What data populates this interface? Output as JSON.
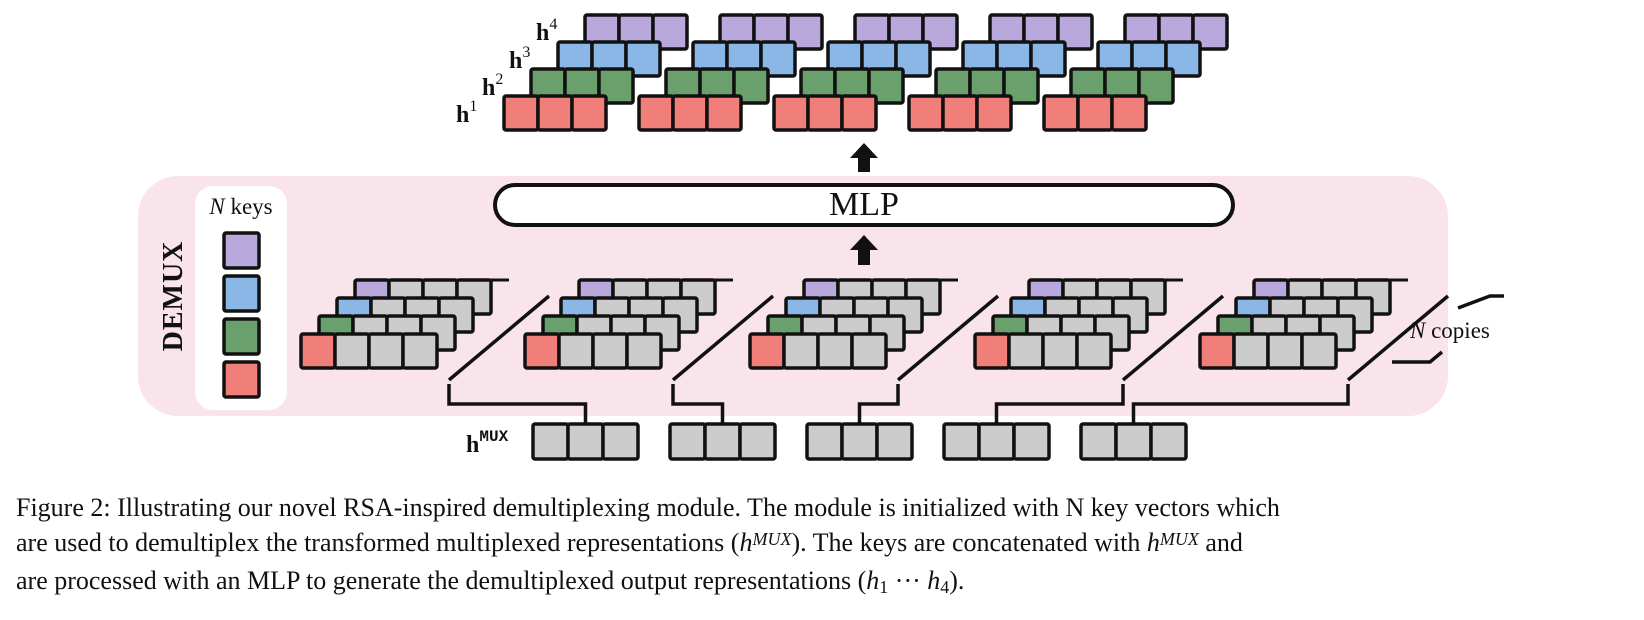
{
  "figure": {
    "row_labels": [
      {
        "base": "h",
        "sup": "1"
      },
      {
        "base": "h",
        "sup": "2"
      },
      {
        "base": "h",
        "sup": "3"
      },
      {
        "base": "h",
        "sup": "4"
      }
    ],
    "mlp_label": "MLP",
    "demux_label": "DEMUX",
    "keys_label": {
      "n": "N",
      "text": " keys"
    },
    "copies_label": {
      "n": "N",
      "text": " copies"
    },
    "hmux_label": {
      "base": "h",
      "sup": "MUX"
    },
    "colors": {
      "red": "#f07f7a",
      "green": "#6aa06b",
      "blue": "#8ab7e6",
      "purple": "#b9a8dc",
      "gray": "#cccccc",
      "panel": "#f9e4ec",
      "stroke": "#111111"
    }
  },
  "caption": {
    "line1": "Figure 2: Illustrating our novel RSA-inspired demultiplexing module. The module is initialized with N key vectors which",
    "line2_a": "are used to demultiplex the transformed multiplexed representations (",
    "line2_h": "h",
    "line2_sup": "MUX",
    "line2_b": "). The keys are concatenated with ",
    "line2_h2": "h",
    "line2_sup2": "MUX",
    "line2_c": " and",
    "line3_a": "are processed with an MLP to generate the demultiplexed output representations (",
    "line3_h1": "h",
    "line3_sub1": "1",
    "line3_dots": " ··· ",
    "line3_h4": "h",
    "line3_sub4": "4",
    "line3_b": ")."
  }
}
